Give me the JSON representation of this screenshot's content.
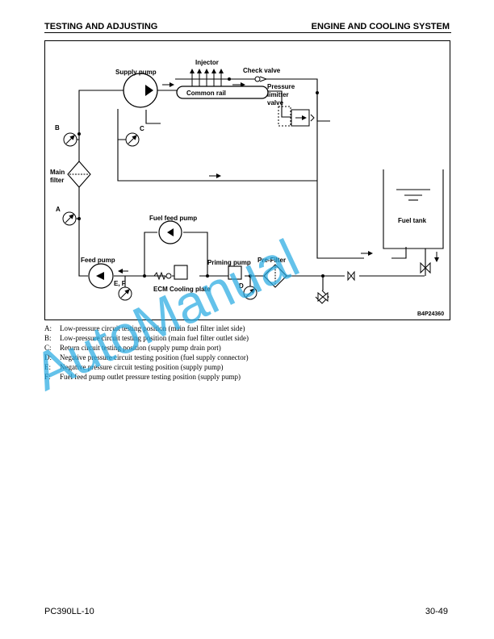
{
  "header": {
    "left": "TESTING AND ADJUSTING",
    "right": "ENGINE AND COOLING SYSTEM"
  },
  "diagram": {
    "labels": {
      "injector": "Injector",
      "check_valve": "Check valve",
      "supply_pump": "Supply pump",
      "common_rail": "Common rail",
      "pressure_limiter": [
        "Pressure",
        "limitter",
        "valve"
      ],
      "gauge_b": "B",
      "gauge_c": "C",
      "main_filter": [
        "Main",
        "filter"
      ],
      "gauge_a": "A",
      "fuel_feed_pump": "Fuel feed pump",
      "fuel_tank": "Fuel tank",
      "feed_pump": "Feed pump",
      "priming_pump": "Priming pump",
      "pre_filter": "Pre-Filter",
      "gauge_ef": "E, F",
      "ecm_cooling_plate": "ECM Cooling plate",
      "gauge_d": "D",
      "figure_code": "B4P24360"
    }
  },
  "legend": [
    {
      "key": "A:",
      "text": "Low-pressure circuit testing position (main fuel filter inlet side)"
    },
    {
      "key": "B:",
      "text": "Low-pressure circuit testing position (main fuel filter outlet side)"
    },
    {
      "key": "C:",
      "text": "Return circuit testing position (supply pump drain port)"
    },
    {
      "key": "D:",
      "text": "Negative pressure circuit testing position (fuel supply connector)"
    },
    {
      "key": "E:",
      "text": "Negative pressure circuit testing position (supply pump)"
    },
    {
      "key": "F:",
      "text": "Fuel feed pump outlet pressure testing position (supply pump)"
    }
  ],
  "watermark": "AutoManual",
  "footer": {
    "model": "PC390LL-10",
    "page": "30-49"
  }
}
